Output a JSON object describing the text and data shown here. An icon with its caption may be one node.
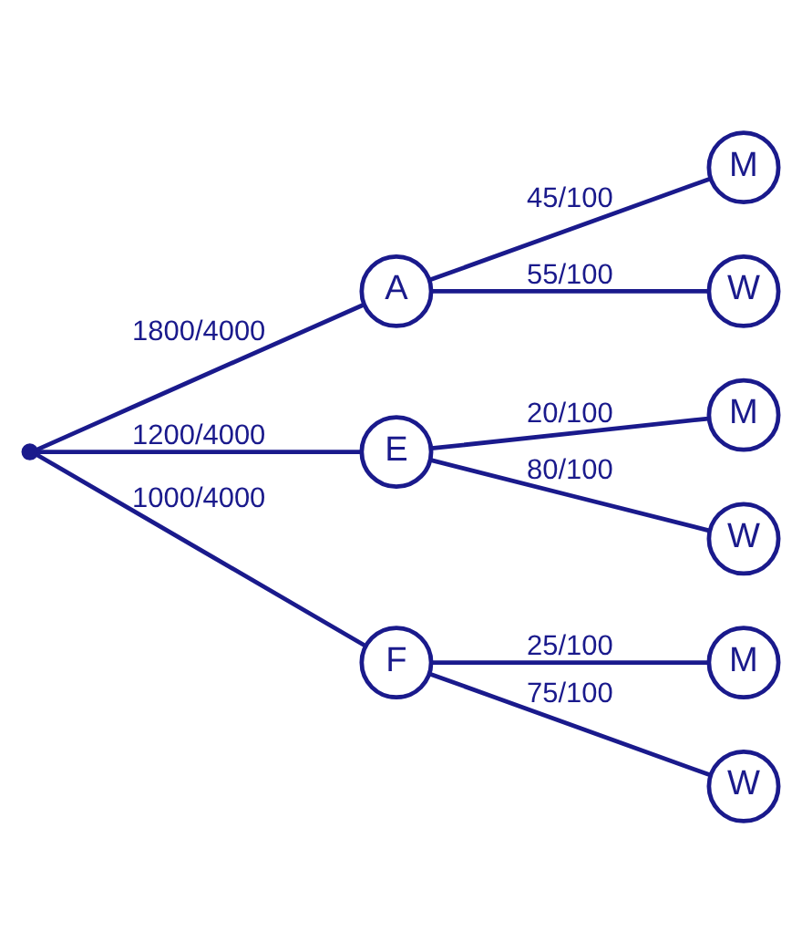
{
  "diagram": {
    "nodes": [
      {
        "text": [],
        "shape": "point"
      },
      {
        "text": [
          "A"
        ]
      },
      {
        "text": [
          "E"
        ]
      },
      {
        "text": [
          "F"
        ]
      },
      {
        "text": [
          "M"
        ]
      },
      {
        "text": [
          "W"
        ]
      },
      {
        "text": [
          "M"
        ]
      },
      {
        "text": [
          "W"
        ]
      },
      {
        "text": [
          "M"
        ]
      },
      {
        "text": [
          "W"
        ]
      }
    ],
    "edges": [
      {
        "from": 0,
        "to": 1,
        "arrow": "none",
        "label": "1800/4000"
      },
      {
        "from": 0,
        "to": 2,
        "arrow": "none",
        "label": "1200/4000"
      },
      {
        "from": 0,
        "to": 3,
        "arrow": "none",
        "label": "1000/4000"
      },
      {
        "from": 1,
        "to": 4,
        "arrow": "none",
        "label": "45/100"
      },
      {
        "from": 1,
        "to": 5,
        "arrow": "none",
        "label": "55/100"
      },
      {
        "from": 2,
        "to": 6,
        "arrow": "none",
        "label": "20/100"
      },
      {
        "from": 2,
        "to": 7,
        "arrow": "none",
        "label": "80/100"
      },
      {
        "from": 3,
        "to": 8,
        "arrow": "none",
        "label": "25/100"
      },
      {
        "from": 3,
        "to": 9,
        "arrow": "none",
        "label": "75/100"
      }
    ]
  }
}
